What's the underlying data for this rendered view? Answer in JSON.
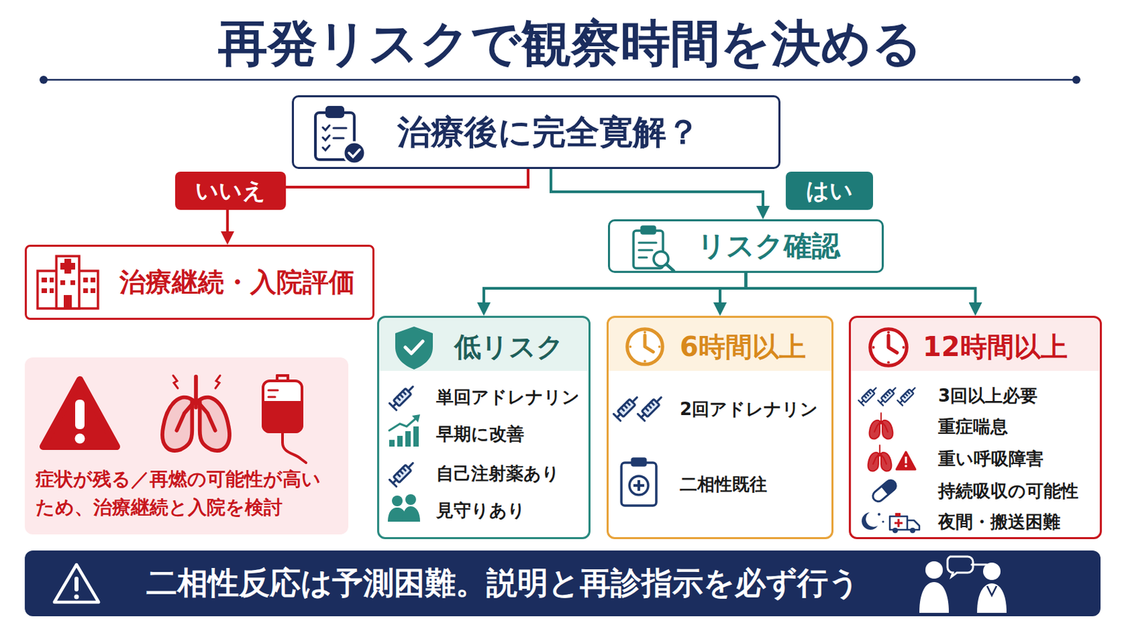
{
  "diagram": {
    "title": "再発リスクで観察時間を決める",
    "nodes": [
      {
        "text": [
          "治療後に完全寛解？"
        ]
      },
      {
        "text": [
          "治療継続・入院評価"
        ]
      },
      {
        "text": [
          "リスク確認"
        ]
      },
      {
        "text": [
          "低リスク",
          "単回アドレナリン",
          "早期に改善",
          "自己注射薬あり",
          "見守りあり"
        ]
      },
      {
        "text": [
          "6時間以上",
          "2回アドレナリン",
          "二相性既往"
        ]
      },
      {
        "text": [
          "12時間以上",
          "3回以上必要",
          "重症喘息",
          "重い呼吸障害",
          "持続吸収の可能性",
          "夜間・搬送困難"
        ]
      },
      {
        "text": [
          "症状が残る／再燃の可能性が高い ため、治療継続と入院を検討"
        ]
      },
      {
        "text": [
          "二相性反応は予測困難。説明と再診指示を必ず行う"
        ]
      }
    ],
    "edges": [
      {
        "from": 0,
        "to": 1,
        "label": "いいえ",
        "arrow": "to"
      },
      {
        "from": 0,
        "to": 2,
        "label": "はい",
        "arrow": "to"
      },
      {
        "from": 2,
        "to": 3,
        "arrow": "to"
      },
      {
        "from": 2,
        "to": 4,
        "arrow": "to"
      },
      {
        "from": 2,
        "to": 5,
        "arrow": "to"
      }
    ]
  }
}
